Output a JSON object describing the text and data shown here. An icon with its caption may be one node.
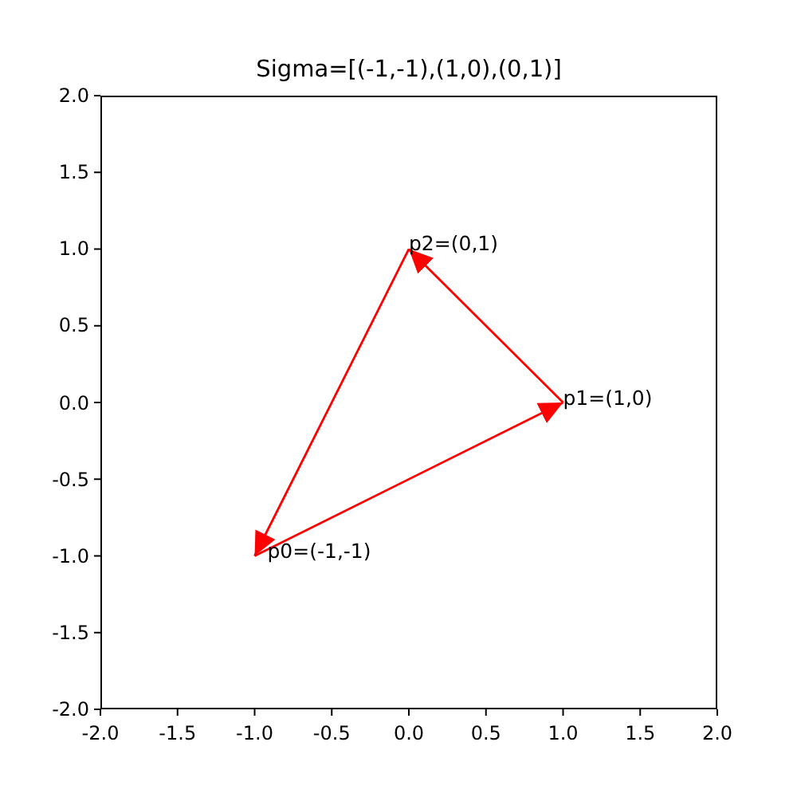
{
  "diagram": {
    "title": "Sigma=[(-1,-1),(1,0),(0,1)]",
    "nodes": [
      {
        "text": [
          "p0=(-1,-1)"
        ]
      },
      {
        "text": [
          "p1=(1,0)"
        ]
      },
      {
        "text": [
          "p2=(0,1)"
        ]
      }
    ],
    "edges": [
      {
        "from": 0,
        "to": 1,
        "arrow": "to"
      },
      {
        "from": 1,
        "to": 2,
        "arrow": "to"
      },
      {
        "from": 2,
        "to": 0,
        "arrow": "to"
      }
    ],
    "labels": [
      "2.0",
      "1.5",
      "1.0",
      "0.5",
      "0.0",
      "-0.5",
      "-1.0",
      "-1.5",
      "-2.0",
      "-2.0",
      "-1.5",
      "-1.0",
      "-0.5",
      "0.0",
      "0.5",
      "1.0",
      "1.5",
      "2.0"
    ]
  }
}
